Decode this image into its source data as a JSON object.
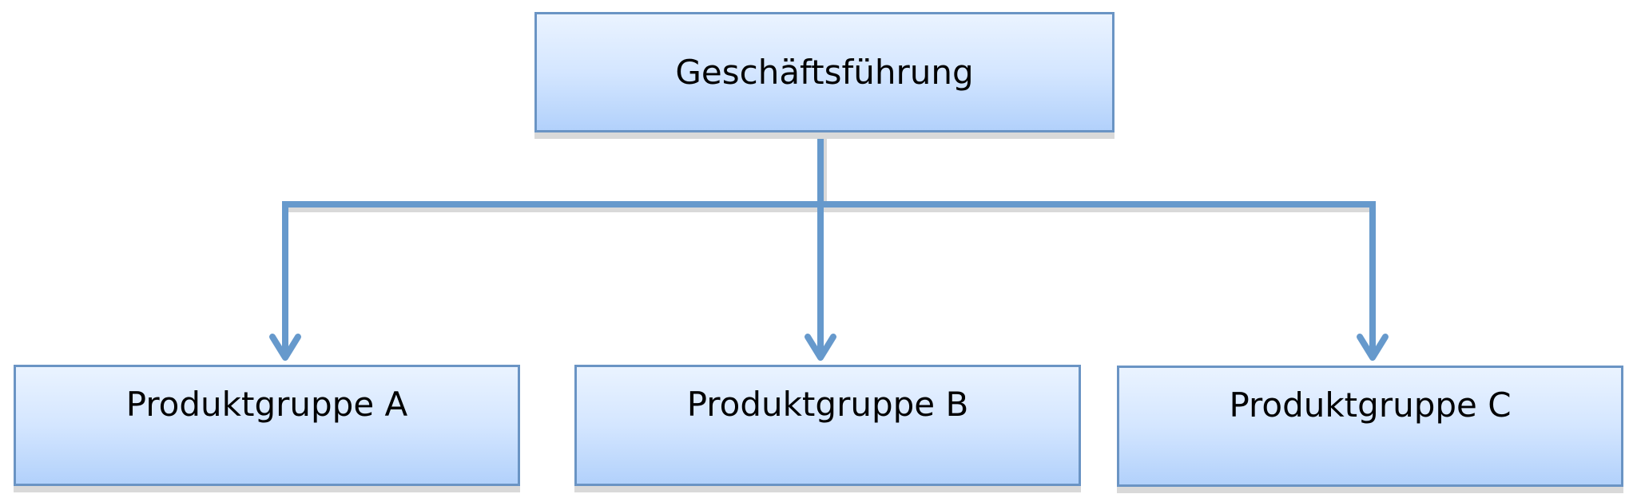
{
  "diagram": {
    "root": {
      "label": "Geschäftsführung"
    },
    "children": [
      {
        "label": "Produktgruppe A"
      },
      {
        "label": "Produktgruppe B"
      },
      {
        "label": "Produktgruppe C"
      }
    ]
  },
  "colors": {
    "connector": "#6699cc",
    "box_border": "#6a94c4",
    "box_fill_top": "#eaf3ff",
    "box_fill_bottom": "#b2d1fb",
    "shadow": "#d9d9d9"
  }
}
